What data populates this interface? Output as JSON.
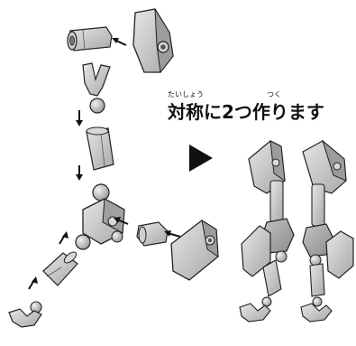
{
  "caption": {
    "text": "対称に2つ作ります",
    "ruby_taishou": "たいしょう",
    "ruby_tsuku": "つく"
  },
  "illustration": {
    "style": "gray plastic model kit parts, black outlines",
    "colors": {
      "part_light": "#dcdcdc",
      "part_mid": "#b4b4b4",
      "part_dark": "#8a8a8a",
      "outline": "#222222",
      "arrow": "#111111"
    }
  },
  "icons": {
    "direction": "right-triangle-icon",
    "arrows": "arrow-icon"
  }
}
